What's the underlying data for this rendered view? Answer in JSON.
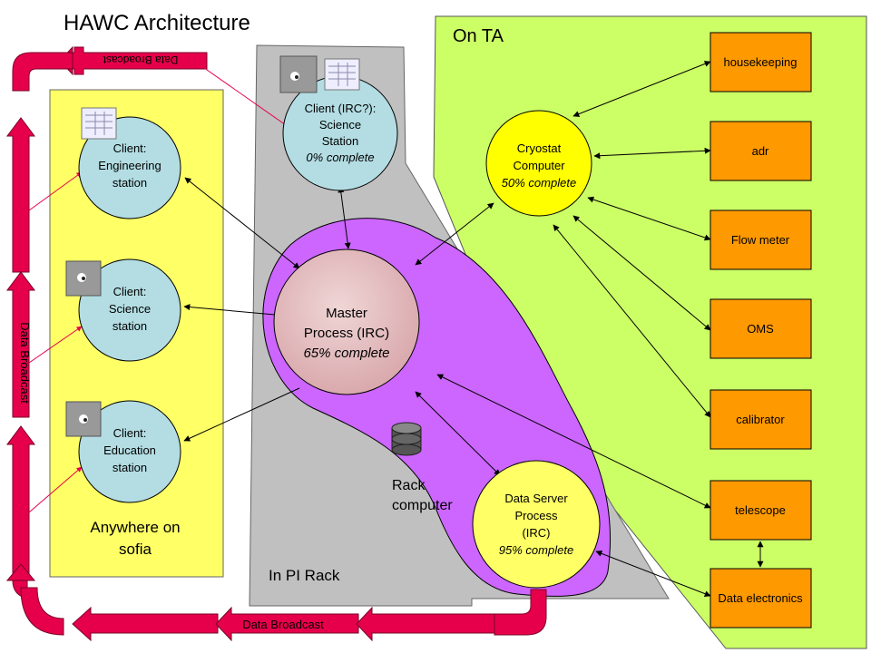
{
  "title": "HAWC Architecture",
  "regions": {
    "on_ta": "On TA",
    "anywhere_line1": "Anywhere on",
    "anywhere_line2": "sofia",
    "pi_rack": "In PI Rack",
    "rack_computer_line1": "Rack",
    "rack_computer_line2": "computer"
  },
  "nodes": {
    "client_irc": {
      "line1": "Client (IRC?):",
      "line2": "Science",
      "line3": "Station",
      "status": "0% complete"
    },
    "client_engineering": {
      "line1": "Client:",
      "line2": "Engineering",
      "line3": "station"
    },
    "client_science": {
      "line1": "Client:",
      "line2": "Science",
      "line3": "station"
    },
    "client_education": {
      "line1": "Client:",
      "line2": "Education",
      "line3": "station"
    },
    "master": {
      "line1": "Master",
      "line2": "Process (IRC)",
      "status": "65% complete"
    },
    "cryostat": {
      "line1": "Cryostat",
      "line2": "Computer",
      "status": "50% complete"
    },
    "data_server": {
      "line1": "Data Server",
      "line2": "Process",
      "line3": "(IRC)",
      "status": "95% complete"
    }
  },
  "devices": [
    "housekeeping",
    "adr",
    "Flow meter",
    "OMS",
    "calibrator",
    "telescope",
    "Data electronics"
  ],
  "broadcast": {
    "top": "Data Broadcast",
    "left": "Data Broadcast",
    "bottom": "Data Broadcast"
  },
  "colors": {
    "on_ta_fill": "#ccff66",
    "anywhere_fill": "#ffff66",
    "rack_fill": "#c0c0c0",
    "rack_computer_fill": "#cc66ff",
    "client_fill": "#b3dde3",
    "master_fill": "#e8c4c4",
    "cryostat_fill": "#ffff00",
    "data_server_fill": "#ffff66",
    "device_fill": "#ff9900",
    "broadcast_arrow": "#e6004c"
  }
}
